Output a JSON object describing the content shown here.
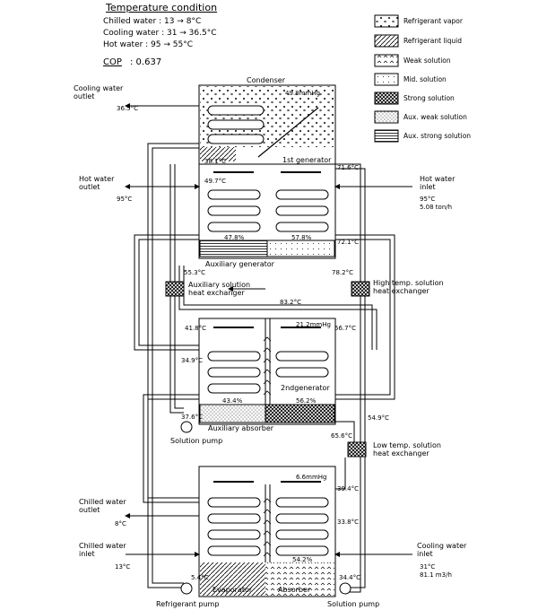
{
  "header": {
    "title": "Temperature condition",
    "chilled": "Chilled water : 13 → 8°C",
    "cooling": "Cooling water : 31 → 36.5°C",
    "hot": "Hot water : 95 → 55°C",
    "cop_label": "COP",
    "cop_value": ": 0.637"
  },
  "legend": [
    {
      "label": "Refrigerant vapor",
      "pattern": "dots"
    },
    {
      "label": "Refrigerant liquid",
      "pattern": "hatch"
    },
    {
      "label": "Weak solution",
      "pattern": "carets"
    },
    {
      "label": "Mid. solution",
      "pattern": "light"
    },
    {
      "label": "Strong solution",
      "pattern": "cross"
    },
    {
      "label": "Aux. weak solution",
      "pattern": "fine"
    },
    {
      "label": "Aux. strong solution",
      "pattern": "lines"
    }
  ],
  "components": {
    "condenser": "Condenser",
    "first_gen": "1st generator",
    "aux_gen": "Auxiliary generator",
    "aux_hx_1": "Auxiliary solution",
    "aux_hx_2": "heat exchanger",
    "ht_hx_1": "High temp. solution",
    "ht_hx_2": "heat exchanger",
    "second_gen": "2ndgenerator",
    "aux_abs": "Auxiliary absorber",
    "sol_pump_1": "Solution pump",
    "lt_hx_1": "Low temp. solution",
    "lt_hx_2": "heat exchanger",
    "evaporator": "Evaporator",
    "absorber": "Absorber",
    "ref_pump": "Refrigerant pump",
    "sol_pump_2": "Solution pump"
  },
  "streams": {
    "cw_out_1": "Cooling water",
    "cw_out_2": "outlet",
    "hw_out_1": "Hot water",
    "hw_out_2": "outlet",
    "hw_in_1": "Hot water",
    "hw_in_2": "inlet",
    "chw_out_1": "Chilled water",
    "chw_out_2": "outlet",
    "chw_in_1": "Chilled water",
    "chw_in_2": "inlet",
    "cw_in_1": "Cooling water",
    "cw_in_2": "inlet"
  },
  "values": {
    "p_cond": "49.8mmHg",
    "t_cw_out": "36.5°C",
    "t_381": "38.1°C",
    "t_716": "71.6°C",
    "t_497": "49.7°C",
    "t_95": "95°C",
    "t_hw_in": "95°C",
    "flow_hw": "5.08 ton/h",
    "c_478": "47.8%",
    "c_578": "57.8%",
    "t_721": "72.1°C",
    "t_553": "55.3°C",
    "t_782": "78.2°C",
    "t_832": "83.2°C",
    "t_418": "41.8°C",
    "p_2nd": "21.2mmHg",
    "t_567": "56.7°C",
    "t_349": "34.9°C",
    "c_434": "43.4%",
    "c_562": "56.2%",
    "t_376": "37.6°C",
    "t_549": "54.9°C",
    "t_656": "65.6°C",
    "p_evap": "6.6mmHg",
    "t_394": "39.4°C",
    "t_8": "8°C",
    "t_338": "33.8°C",
    "t_13": "13°C",
    "t_31": "31°C",
    "c_542": "54.2%",
    "flow_cw": "81.1 m3/h",
    "t_54": "5.4°C",
    "t_344": "34.4°C"
  }
}
